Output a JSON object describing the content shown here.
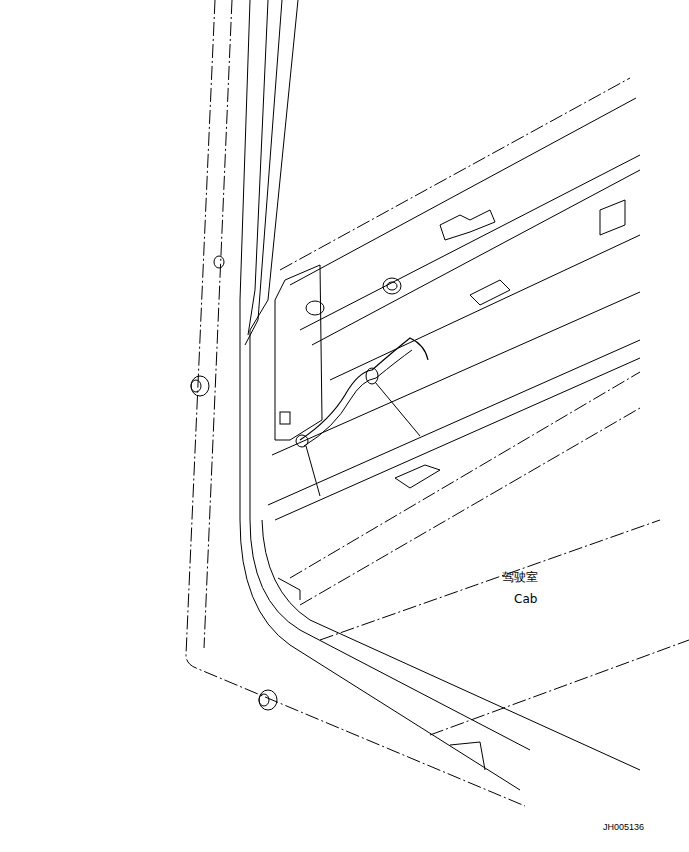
{
  "diagram": {
    "labels": [
      "驾驶室",
      "Cab",
      "JH005136"
    ]
  }
}
